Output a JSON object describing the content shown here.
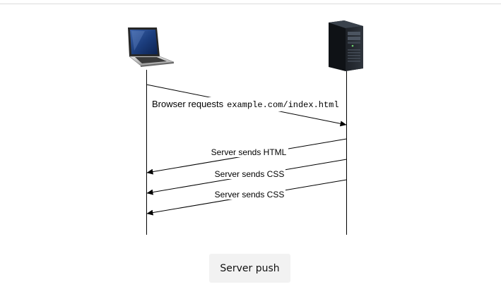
{
  "diagram": {
    "client_icon": "laptop-icon",
    "server_icon": "server-tower-icon",
    "request": {
      "prefix": "Browser requests",
      "resource": "example.com/index.html"
    },
    "responses": [
      "Server sends HTML",
      "Server sends CSS",
      "Server sends CSS"
    ]
  },
  "caption": {
    "label": "Server push"
  }
}
